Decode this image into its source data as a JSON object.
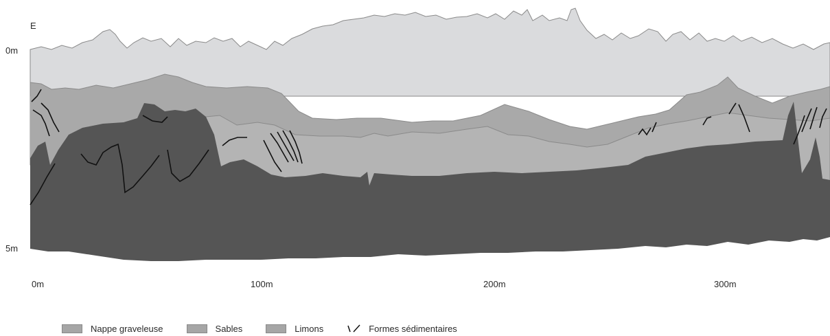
{
  "header": {
    "west_label": "E"
  },
  "depth_labels": [
    "0m",
    "5m"
  ],
  "distance_labels": [
    "0m",
    "100m",
    "200m",
    "300m"
  ],
  "legend": [
    {
      "label": "Nappe graveleuse",
      "color": "#a6a6a6"
    },
    {
      "label": "Sables",
      "color": "#a6a6a6"
    },
    {
      "label": "Limons",
      "color": "#a6a6a6"
    },
    {
      "label": "Formes sédimentaires",
      "symbol": "sedimentary-forms-symbol"
    }
  ],
  "colors": {
    "surface_layer": "#dadbdd",
    "sand_layer": "#a9a9a9",
    "silt_layer": "#b4b4b4",
    "gravel_layer": "#555555",
    "outline": "#8a8a8a",
    "structures": "#111111"
  }
}
